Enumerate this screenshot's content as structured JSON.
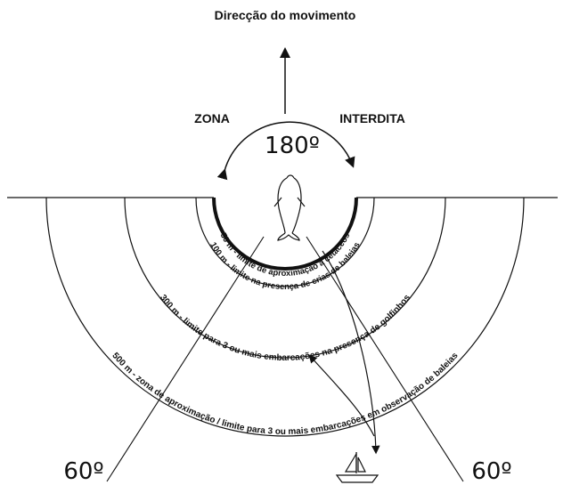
{
  "labels": {
    "direction": "Direcção do movimento",
    "zona": "ZONA",
    "interdita": "INTERDITA",
    "angle_top": "180º",
    "angle_left": "60º",
    "angle_right": "60º"
  },
  "zones": {
    "z50": "50 m - limite de aproximação a cetáceos",
    "z100": "100 m - limite na presença de crias de baleias",
    "z300": "300 m - limite para 3 ou mais embarcações na presença de golfinhos",
    "z500": "500 m - zona de aproximação / limite para 3 ou mais embarcações em observação de baleias"
  },
  "colors": {
    "ink": "#111111"
  }
}
